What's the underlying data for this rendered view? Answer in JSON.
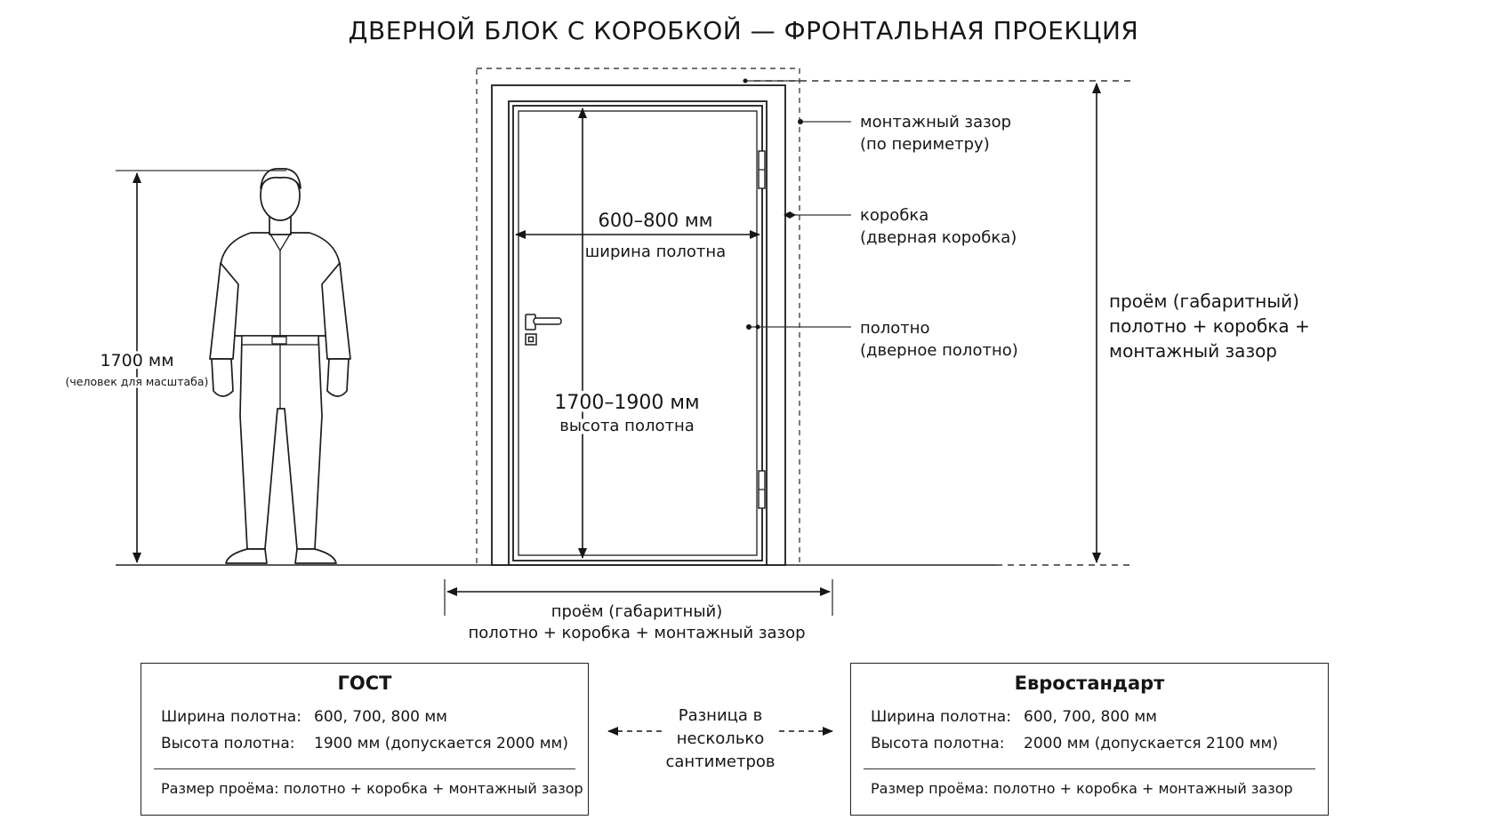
{
  "title": "ДВЕРНОЙ БЛОК С КОРОБКОЙ — ФРОНТАЛЬНАЯ ПРОЕКЦИЯ",
  "person": {
    "height_label": "1700 мм",
    "height_note": "(человек для масштаба)"
  },
  "door": {
    "width_value": "600–800 мм",
    "width_label": "ширина полотна",
    "height_value": "1700–1900 мм",
    "height_label": "высота полотна"
  },
  "callouts": [
    {
      "line1": "монтажный зазор",
      "line2": "(по периметру)"
    },
    {
      "line1": "коробка",
      "line2": "(дверная коробка)"
    },
    {
      "line1": "полотно",
      "line2": "(дверное полотно)"
    }
  ],
  "opening_right": {
    "line1": "проём (габаритный)",
    "line2": "полотно + коробка +",
    "line3": "монтажный зазор"
  },
  "opening_bottom": {
    "line1": "проём (габаритный)",
    "line2": "полотно + коробка + монтажный зазор"
  },
  "standards": {
    "gost": {
      "title": "ГОСТ",
      "width_key": "Ширина полотна:",
      "width_value": "600, 700, 800 мм",
      "height_key": "Высота полотна:",
      "height_value": "1900 мм (допускается 2000 мм)",
      "opening": "Размер проёма: полотно + коробка + монтажный зазор"
    },
    "euro": {
      "title": "Евростандарт",
      "width_key": "Ширина полотна:",
      "width_value": "600, 700, 800 мм",
      "height_key": "Высота полотна:",
      "height_value": "2000 мм (допускается 2100 мм)",
      "opening": "Размер проёма: полотно + коробка + монтажный зазор"
    }
  },
  "difference": {
    "line1": "Разница в",
    "line2": "несколько",
    "line3": "сантиметров"
  }
}
